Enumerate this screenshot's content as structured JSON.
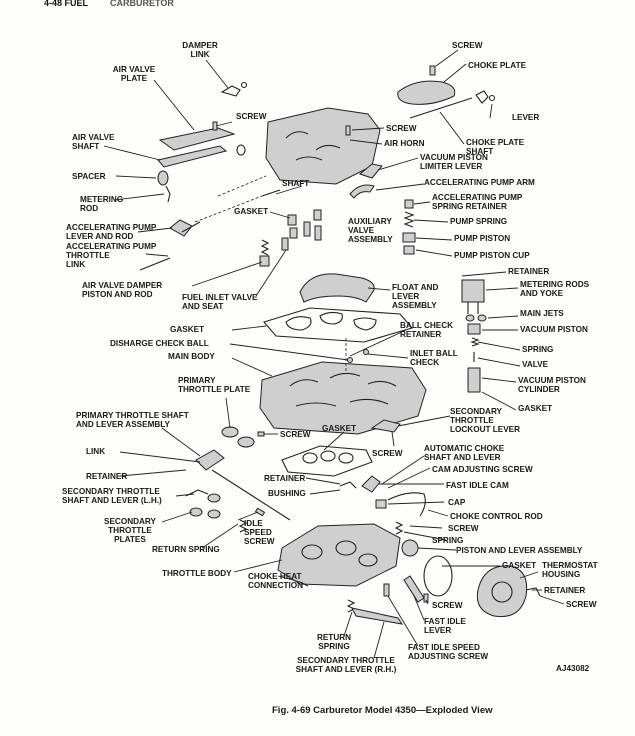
{
  "header": {
    "text": "4-48 FUEL",
    "subtext": "CARBURETOR"
  },
  "figure": {
    "caption": "Fig. 4-69 Carburetor Model 4350—Exploded View",
    "code": "AJ43082"
  },
  "labels": {
    "damper_link": [
      "DAMPER",
      "LINK"
    ],
    "screw_top": "SCREW",
    "choke_plate": "CHOKE PLATE",
    "air_valve_plate": [
      "AIR VALVE",
      "PLATE"
    ],
    "lever_top": "LEVER",
    "screw_air_valve": "SCREW",
    "screw_air_horn": "SCREW",
    "choke_plate_shaft": [
      "CHOKE PLATE",
      "SHAFT"
    ],
    "air_valve_shaft": [
      "AIR VALVE",
      "SHAFT"
    ],
    "air_horn": "AIR HORN",
    "vacuum_piston_limiter": [
      "VACUUM PISTON",
      "LIMITER LEVER"
    ],
    "spacer": "SPACER",
    "accel_pump_arm": "ACCELERATING PUMP ARM",
    "metering_rod": [
      "METERING",
      "ROD"
    ],
    "shaft": "SHAFT",
    "accel_pump_spring_retainer": [
      "ACCELERATING PUMP",
      "SPRING RETAINER"
    ],
    "gasket_top": "GASKET",
    "pump_spring": "PUMP SPRING",
    "accel_pump_lever_rod": [
      "ACCELERATING PUMP",
      "LEVER AND ROD"
    ],
    "auxiliary_valve": [
      "AUXILIARY",
      "VALVE",
      "ASSEMBLY"
    ],
    "pump_piston": "PUMP PISTON",
    "accel_pump_throttle_link": [
      "ACCELERATING PUMP",
      "THROTTLE",
      "LINK"
    ],
    "pump_piston_cup": "PUMP PISTON CUP",
    "retainer_right": "RETAINER",
    "air_valve_damper": [
      "AIR VALVE DAMPER",
      "PISTON AND ROD"
    ],
    "float_lever": [
      "FLOAT AND",
      "LEVER",
      "ASSEMBLY"
    ],
    "metering_rods_yoke": [
      "METERING RODS",
      "AND YOKE"
    ],
    "fuel_inlet_valve": [
      "FUEL INLET VALVE",
      "AND SEAT"
    ],
    "main_jets": "MAIN JETS",
    "gasket_mid": "GASKET",
    "ball_check_retainer": [
      "BALL CHECK",
      "RETAINER"
    ],
    "vacuum_piston": "VACUUM PISTON",
    "discharge_check_ball": "DISHARGE CHECK BALL",
    "spring_right": "SPRING",
    "main_body": "MAIN BODY",
    "inlet_ball_check": [
      "INLET BALL",
      "CHECK"
    ],
    "valve": "VALVE",
    "primary_throttle_plate": [
      "PRIMARY",
      "THROTTLE PLATE"
    ],
    "vacuum_piston_cylinder": [
      "VACUUM PISTON",
      "CYLINDER"
    ],
    "gasket_right": "GASKET",
    "secondary_throttle_lockout": [
      "SECONDARY",
      "THROTTLE",
      "LOCKOUT LEVER"
    ],
    "primary_throttle_shaft": [
      "PRIMARY THROTTLE SHAFT",
      "AND LEVER ASSEMBLY"
    ],
    "screw_primary": "SCREW",
    "gasket_lower": "GASKET",
    "link": "LINK",
    "screw_lockout": "SCREW",
    "automatic_choke_shaft": [
      "AUTOMATIC CHOKE",
      "SHAFT AND LEVER"
    ],
    "retainer_left": "RETAINER",
    "retainer_mid": "RETAINER",
    "cam_adjusting_screw": "CAM ADJUSTING SCREW",
    "fast_idle_cam": "FAST IDLE CAM",
    "bushing": "BUSHING",
    "secondary_throttle_lh": [
      "SECONDARY THROTTLE",
      "SHAFT AND LEVER (L.H.)"
    ],
    "cap": "CAP",
    "choke_control_rod": "CHOKE CONTROL ROD",
    "secondary_throttle_plates": [
      "SECONDARY",
      "THROTTLE",
      "PLATES"
    ],
    "screw_choke": "SCREW",
    "spring_choke": "SPRING",
    "idle_speed_screw": [
      "IDLE",
      "SPEED",
      "SCREW"
    ],
    "return_spring_left": "RETURN SPRING",
    "piston_lever_assembly": "PISTON AND LEVER ASSEMBLY",
    "gasket_thermo": "GASKET",
    "thermostat_housing": [
      "THERMOSTAT",
      "HOUSING"
    ],
    "throttle_body": "THROTTLE BODY",
    "choke_heat_connection": [
      "CHOKE HEAT",
      "CONNECTION"
    ],
    "retainer_thermo": "RETAINER",
    "screw_thermo": "SCREW",
    "screw_bottom": "SCREW",
    "fast_idle_lever": [
      "FAST IDLE",
      "LEVER"
    ],
    "return_spring_bottom": [
      "RETURN",
      "SPRING"
    ],
    "fast_idle_speed_screw": [
      "FAST IDLE SPEED",
      "ADJUSTING SCREW"
    ],
    "secondary_throttle_rh": [
      "SECONDARY THROTTLE",
      "SHAFT AND LEVER (R.H.)"
    ]
  }
}
